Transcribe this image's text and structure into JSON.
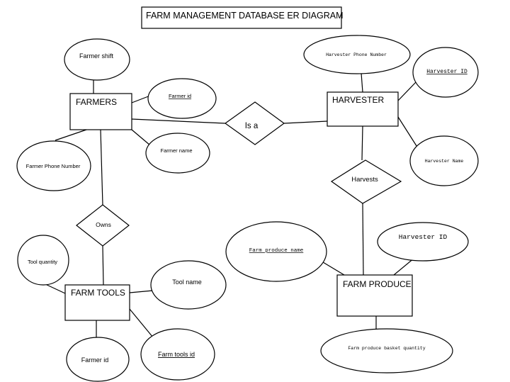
{
  "title": "FARM MANAGEMENT DATABASE ER DIAGRAM",
  "entities": {
    "farmers": "FARMERS",
    "harvester": "HARVESTER",
    "farm_tools": "FARM TOOLS",
    "farm_produce": "FARM PRODUCE"
  },
  "relationships": {
    "is_a": "Is a",
    "owns": "Owns",
    "harvests": "Harvests"
  },
  "attributes": {
    "farmer_shift": "Farmer shift",
    "farmer_id_key": "Farmer id",
    "farmer_phone": "Farmer Phone Number",
    "farmer_name": "Farmer name",
    "harvester_phone": "Harvester Phone Number",
    "harvester_id_key": "Harvester ID",
    "harvester_name": "Harvester Name",
    "tool_quantity": "Tool quantity",
    "tool_name": "Tool name",
    "tools_farmer_id": "Farmer id",
    "farm_tools_id": "Farm tools id",
    "farm_produce_name": "Farm produce name",
    "produce_harvester_id": "Harvester ID",
    "produce_basket_quantity": "Farm produce basket quantity"
  }
}
